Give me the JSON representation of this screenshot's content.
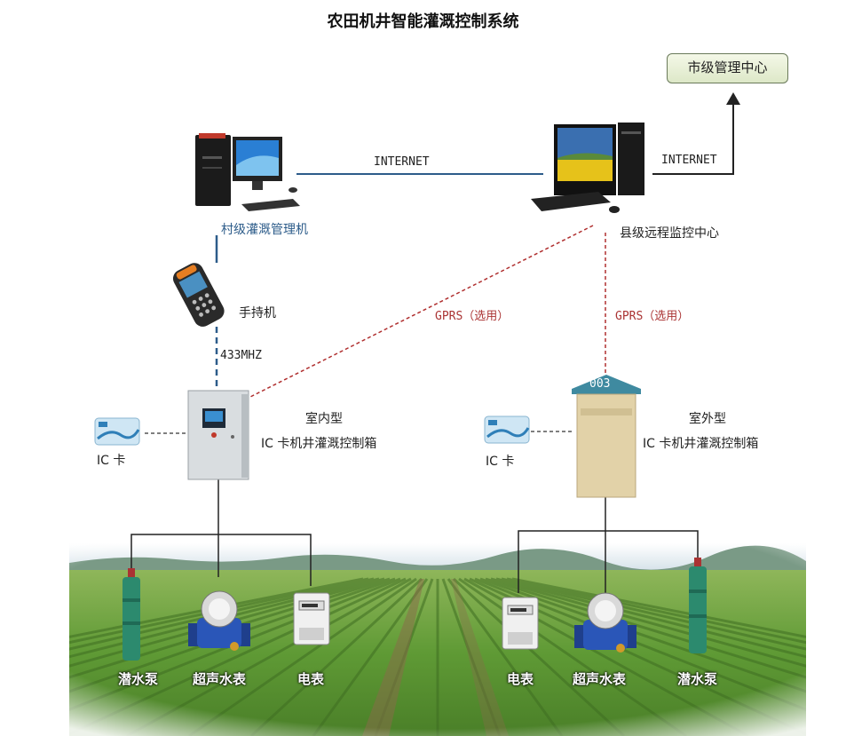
{
  "title": "农田机井智能灌溉控制系统",
  "city_center": "市级管理中心",
  "village_pc": "村级灌溉管理机",
  "county_center": "县级远程监控中心",
  "internet_left": "INTERNET",
  "internet_right": "INTERNET",
  "handheld": "手持机",
  "radio_freq": "433MHZ",
  "gprs_left": "GPRS（选用）",
  "gprs_right": "GPRS（选用）",
  "indoor_box": {
    "line1": "室内型",
    "line2": "IC 卡机井灌溉控制箱"
  },
  "outdoor_box": {
    "line1": "室外型",
    "line2": "IC 卡机井灌溉控制箱",
    "number": "003"
  },
  "ic_card_left": "IC 卡",
  "ic_card_right": "IC 卡",
  "left_devices": [
    "潜水泵",
    "超声水表",
    "电表"
  ],
  "right_devices": [
    "电表",
    "超声水表",
    "潜水泵"
  ]
}
